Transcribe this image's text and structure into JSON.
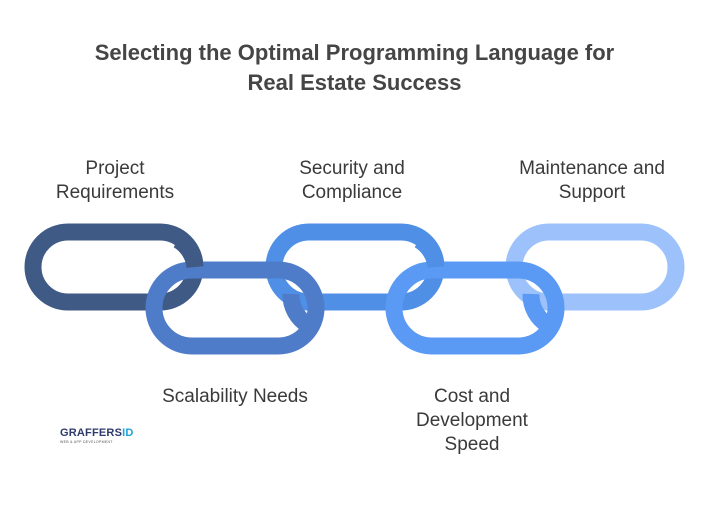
{
  "title": {
    "line1": "Selecting the Optimal Programming Language for",
    "line2": "Real Estate Success"
  },
  "links": [
    {
      "label_lines": [
        "Project",
        "Requirements"
      ],
      "color": "#3f5a85"
    },
    {
      "label_lines": [
        "Scalability Needs"
      ],
      "color": "#4e7cc8"
    },
    {
      "label_lines": [
        "Security and",
        "Compliance"
      ],
      "color": "#4f8fe6"
    },
    {
      "label_lines": [
        "Cost and",
        "Development",
        "Speed"
      ],
      "color": "#5a9af5"
    },
    {
      "label_lines": [
        "Maintenance and",
        "Support"
      ],
      "color": "#9dc2fb"
    }
  ],
  "logo": {
    "text": "GRAFFERS",
    "text_accent": "ID",
    "tagline": "WEB & APP DEVELOPMENT"
  }
}
